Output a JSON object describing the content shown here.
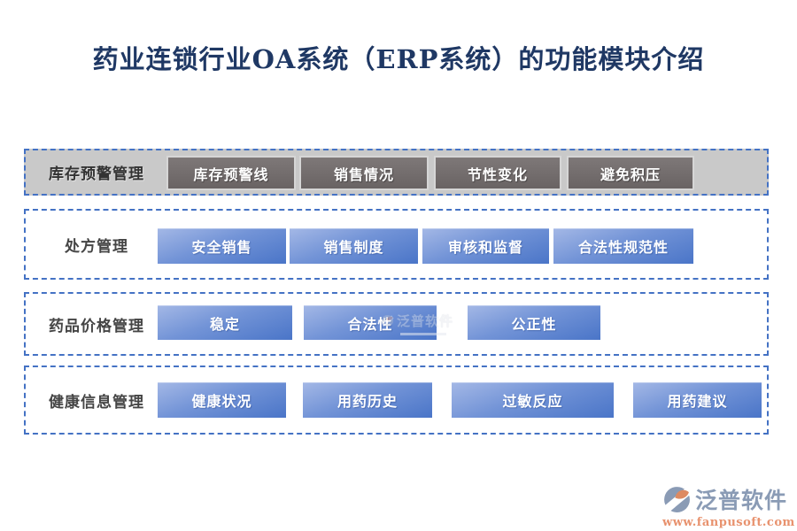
{
  "title": "药业连锁行业OA系统（ERP系统）的功能模块介绍",
  "rows": [
    {
      "label": "库存预警管理",
      "buttons": [
        "库存预警线",
        "销售情况",
        "节性变化",
        "避免积压"
      ]
    },
    {
      "label": "处方管理",
      "buttons": [
        "安全销售",
        "销售制度",
        "审核和监督",
        "合法性规范性"
      ]
    },
    {
      "label": "药品价格管理",
      "buttons": [
        "稳定",
        "合法性",
        "公正性"
      ]
    },
    {
      "label": "健康信息管理",
      "buttons": [
        "健康状况",
        "用药历史",
        "过敏反应",
        "用药建议"
      ]
    }
  ],
  "watermark": {
    "text": "泛普软件"
  },
  "footer_logo": {
    "name": "泛普软件",
    "url": "www.fanpusoft.com"
  },
  "colors": {
    "title": "#1F3864",
    "dashed_border": "#4472C4",
    "gray_row_bg": "#C9C9C9",
    "dark_button": "#746E6E",
    "blue_button_top": "#A4B8E6",
    "blue_button_bottom": "#4A75C8",
    "logo_gray": "#8A9BB5",
    "logo_orange": "#E8926E"
  }
}
